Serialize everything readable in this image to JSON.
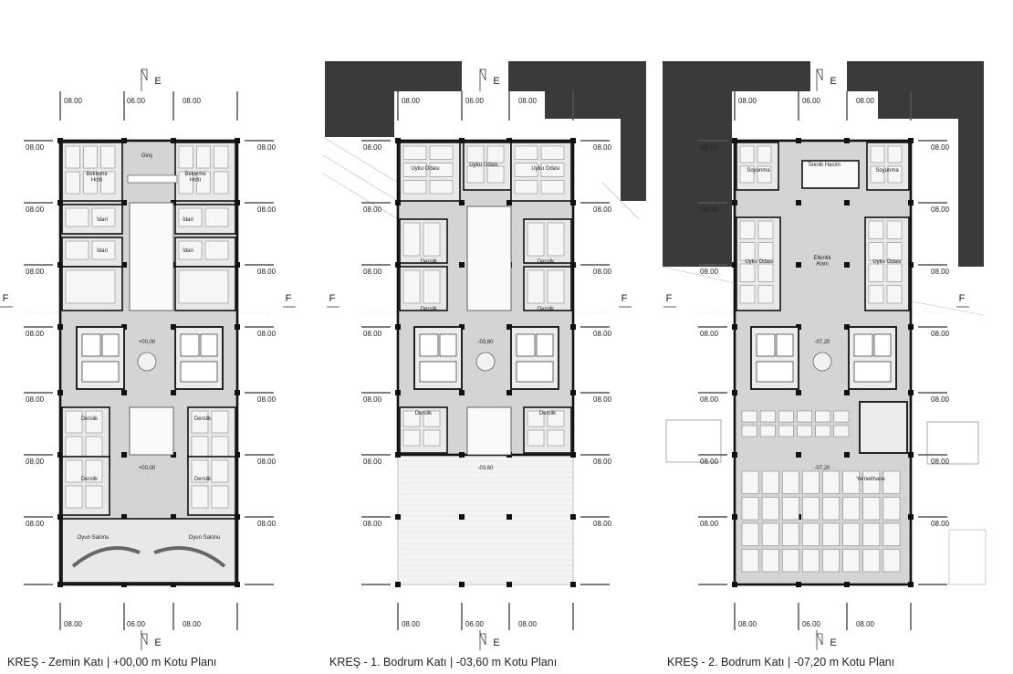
{
  "plans": [
    {
      "caption": "KREŞ - Zemin Katı  |  +00,00 m Kotu Planı",
      "rooms": {
        "giris": "Giriş",
        "bekleme1": "Bekleme\nHolü",
        "bekleme2": "Bekleme\nHolü",
        "idari1": "İdari",
        "idari2": "İdari",
        "idari3": "İdari",
        "idari4": "İdari",
        "derslik1": "Derslik",
        "derslik2": "Derslik",
        "derslik3": "Derslik",
        "derslik4": "Derslik",
        "oyun1": "Oyun Salonu",
        "oyun2": "Oyun Salonu"
      },
      "levels": [
        "+00,00",
        "+00,00"
      ]
    },
    {
      "caption": "KREŞ - 1. Bodrum Katı  |  -03,60 m Kotu Planı",
      "rooms": {
        "uyku1": "Uyku Odası",
        "uyku2": "Uyku Odası",
        "uyku3": "Uyku Odası",
        "derslik1": "Derslik",
        "derslik2": "Derslik",
        "derslik3": "Derslik",
        "derslik4": "Derslik",
        "derslik5": "Derslik",
        "derslik6": "Derslik"
      },
      "levels": [
        "-03,60",
        "-03,60"
      ]
    },
    {
      "caption": "KREŞ - 2. Bodrum Katı  |  -07,20 m Kotu Planı",
      "rooms": {
        "soyunma1": "Soyunma",
        "soyunma2": "Soyunma",
        "teknik": "Teknik Hacim",
        "uyku1": "Uyku Odası",
        "uyku2": "Uyku Odası",
        "etkinlik": "Etkinlik\nAlanı",
        "yemekhane": "Yemekhane"
      },
      "levels": [
        "-07,20",
        "-07,20"
      ]
    }
  ],
  "grid_dims": {
    "column_spacing": "08.00",
    "middle_spacing": "06.00",
    "row_spacing": "08.00"
  },
  "section_marks": {
    "vertical": "E",
    "horizontal": "F"
  }
}
